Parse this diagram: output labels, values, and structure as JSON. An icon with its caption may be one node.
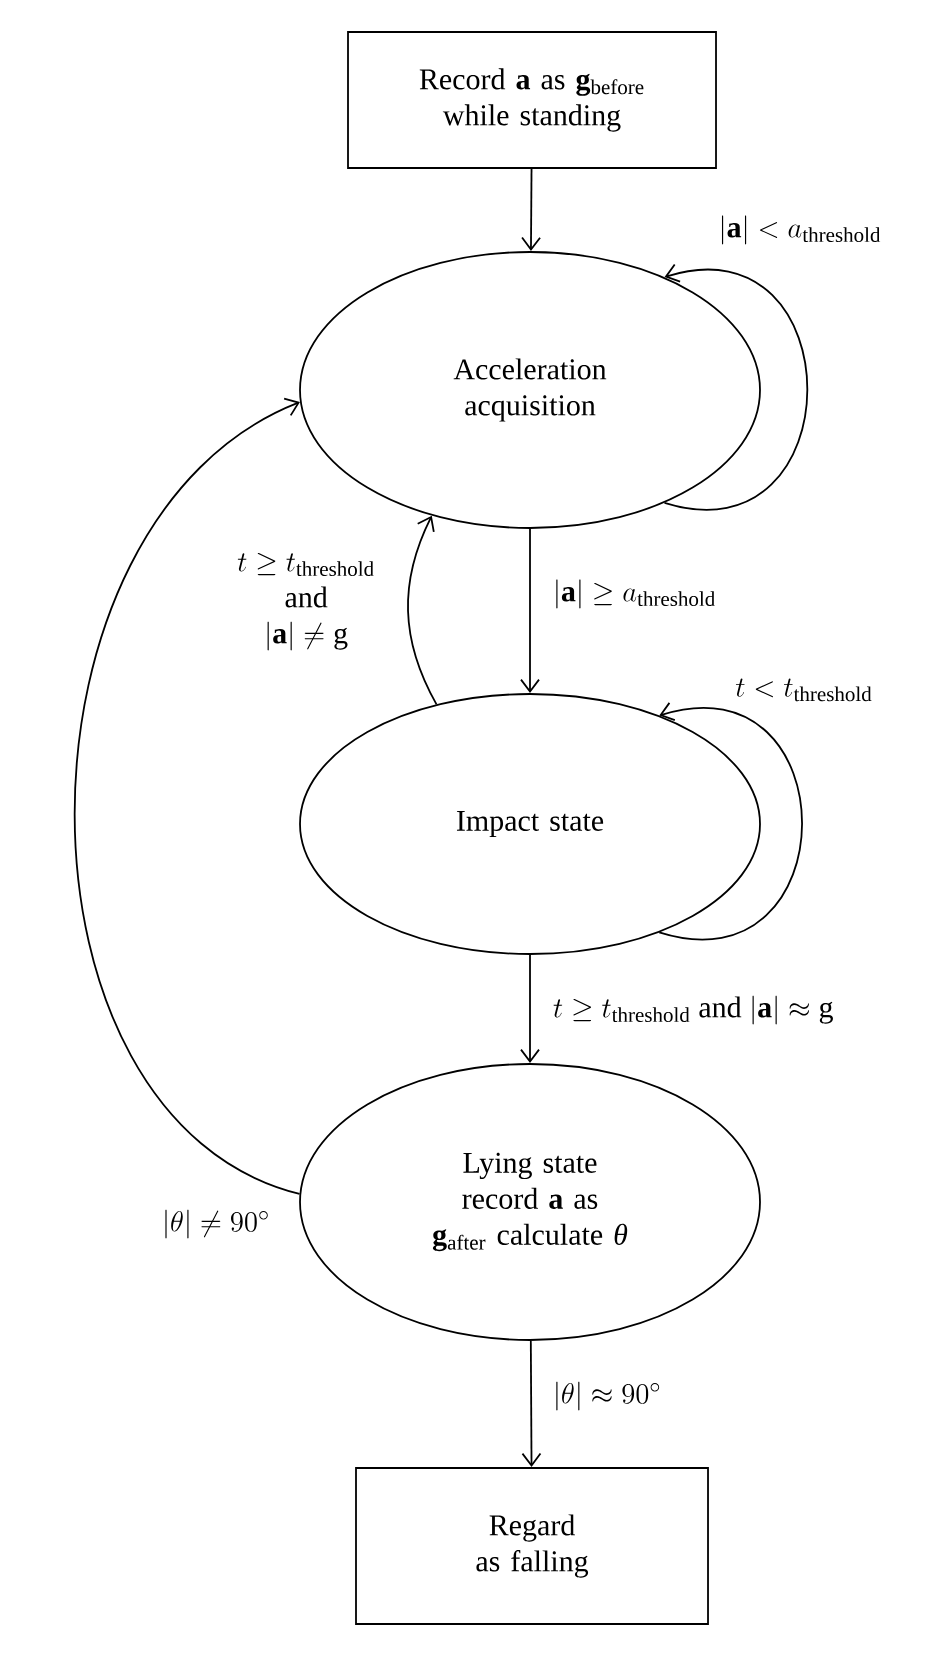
{
  "diagram": {
    "nodes": [
      {
        "text": [
          "Record **a** as **g**$_{before}$ while standing"
        ]
      },
      {
        "text": [
          "Acceleration acquisition"
        ]
      },
      {
        "text": [
          "Impact state"
        ]
      },
      {
        "text": [
          "Lying state record **a** as **g**$_{after}$ calculate *θ*"
        ]
      },
      {
        "text": [
          "Regard as falling"
        ]
      }
    ],
    "edges": [
      {
        "from": 0,
        "to": 1,
        "arrow": "to"
      },
      {
        "from": 1,
        "to": 1,
        "arrow": "to",
        "label": "|\\mathbf{a}| < a_{\\mathrm{threshold}}"
      },
      {
        "from": 1,
        "to": 2,
        "arrow": "to",
        "label": "|\\mathbf{a}| \\geq a_{\\mathrm{threshold}}"
      },
      {
        "from": 2,
        "to": 1,
        "arrow": "to",
        "label": "\\begin{array}{c} t \\geq t_{\\mathrm{threshold}} \\\\ \\mathrm{and} \\\\ |\\mathbf{a}| \\neq \\mathrm{g} \\end{array}"
      },
      {
        "from": 2,
        "to": 2,
        "arrow": "to",
        "label": "t < t_{\\mathrm{threshold}}"
      },
      {
        "from": 2,
        "to": 3,
        "arrow": "to",
        "label": "t \\geq t_{\\mathrm{threshold}}\\ \\mathrm{and}\\ |\\mathbf{a}| \\approx \\mathrm{g}"
      },
      {
        "from": 3,
        "to": 1,
        "arrow": "to",
        "label": "|\\theta| \\neq 90^{\\circ}"
      },
      {
        "from": 3,
        "to": 4,
        "arrow": "to",
        "label": "|\\theta| \\approx 90^{\\circ}"
      }
    ]
  }
}
